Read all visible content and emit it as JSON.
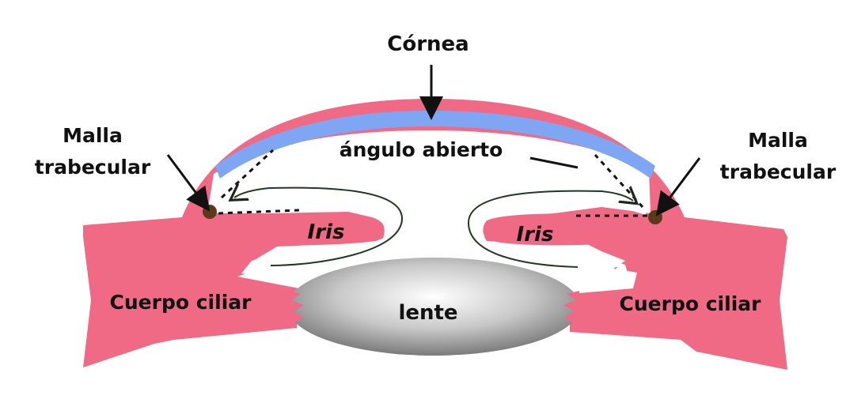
{
  "labels": {
    "cornea": "Córnea",
    "angle": "ángulo abierto",
    "mesh_left_line1": "Malla",
    "mesh_left_line2": "trabecular",
    "mesh_right_line1": "Malla",
    "mesh_right_line2": "trabecular",
    "iris_left": "Iris",
    "iris_right": "Iris",
    "ciliary_left": "Cuerpo ciliar",
    "ciliary_right": "Cuerpo ciliar",
    "lens": "lente"
  },
  "colors": {
    "tissue": "#f06a85",
    "tissue_outline": "#e45b78",
    "cornea_band": "#7fa6f2",
    "mesh": "#5a3a1a",
    "arrow": "#111111",
    "lens_light": "#ffffff",
    "lens_dark": "#7a7a7a"
  }
}
